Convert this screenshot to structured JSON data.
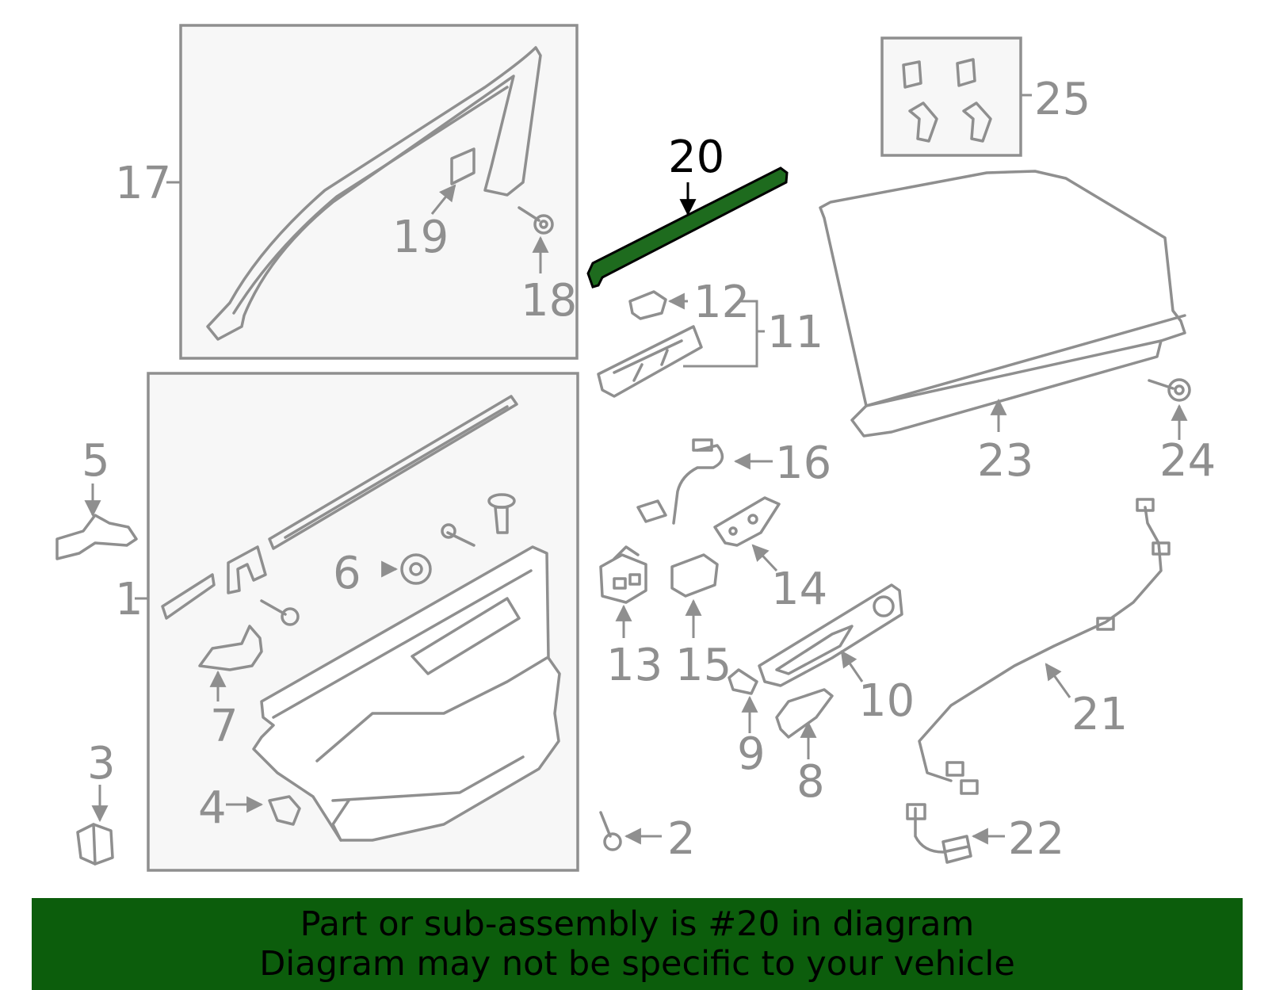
{
  "callouts": {
    "n1": "1",
    "n2": "2",
    "n3": "3",
    "n4": "4",
    "n5": "5",
    "n6": "6",
    "n7": "7",
    "n8": "8",
    "n9": "9",
    "n10": "10",
    "n11": "11",
    "n12": "12",
    "n13": "13",
    "n14": "14",
    "n15": "15",
    "n16": "16",
    "n17": "17",
    "n18": "18",
    "n19": "19",
    "n20": "20",
    "n21": "21",
    "n22": "22",
    "n23": "23",
    "n24": "24",
    "n25": "25"
  },
  "highlight": {
    "part": "20",
    "color": "#1e6b1e"
  },
  "banner": {
    "line1": "Part or sub-assembly is #20 in diagram",
    "line2": "Diagram may not be specific to your vehicle",
    "color": "#0c5d0c"
  }
}
